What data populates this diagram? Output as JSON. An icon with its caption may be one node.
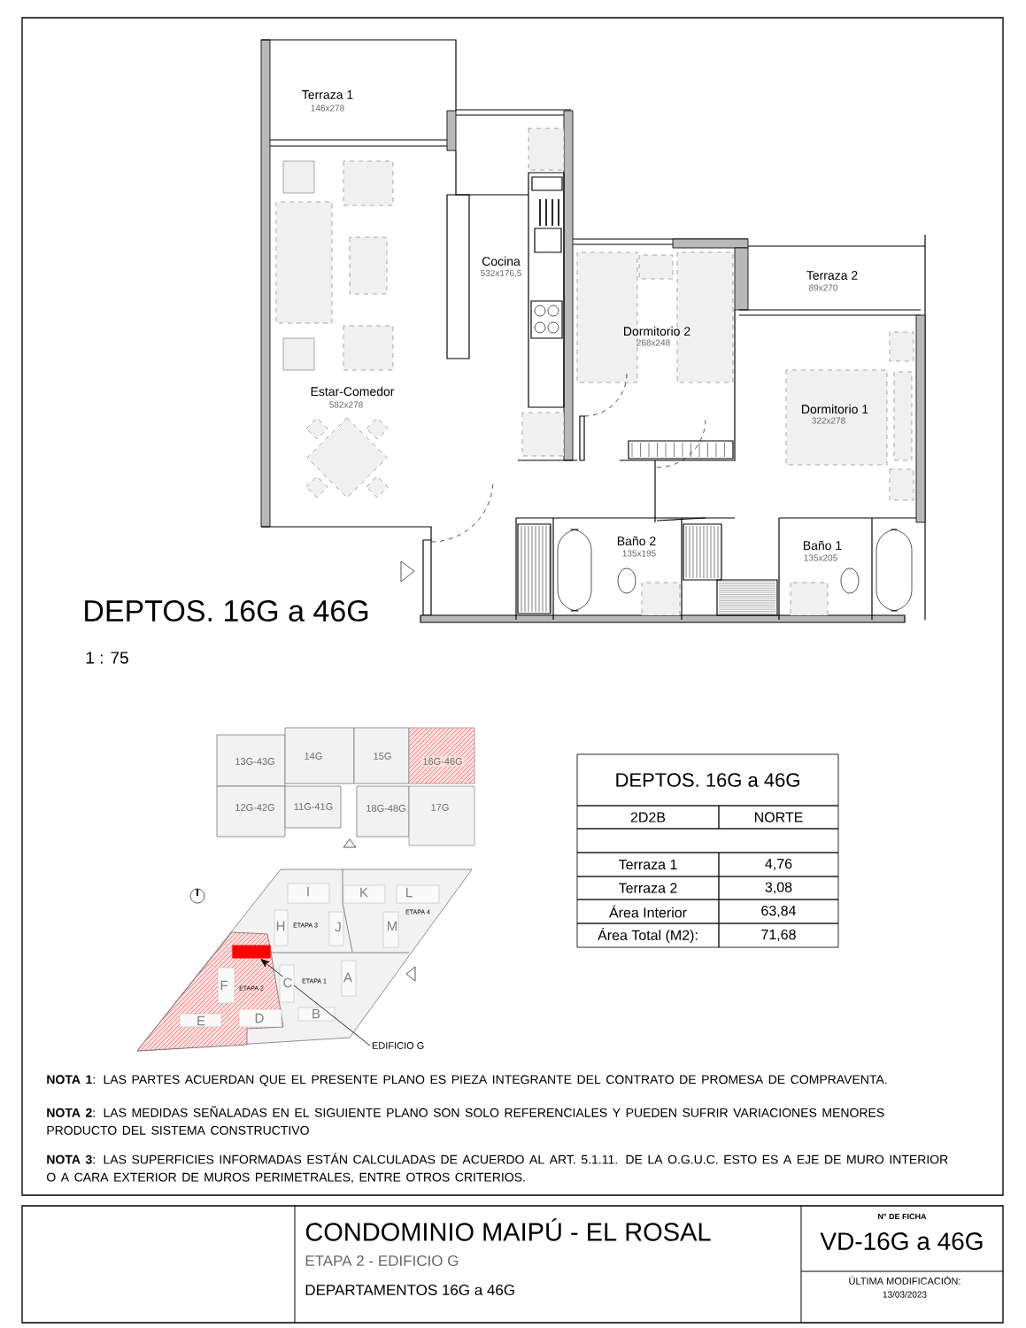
{
  "diagram": {
    "nodes": [
      {
        "text": [],
        "shape": "box"
      },
      {
        "text": [
          "EDIFICIO G"
        ]
      }
    ],
    "edges": [
      {
        "from": 1,
        "to": 0,
        "arrow": "to"
      }
    ],
    "labels": [
      "Terraza 1",
      "146x278",
      "Cocina",
      "532x176,5",
      "Terraza 2",
      "89x270",
      "Dormitorio 2",
      "268x248",
      "Estar-Comedor",
      "582x278",
      "Dormitorio 1",
      "322x278",
      "Baño 2",
      "135x195",
      "Baño 1",
      "135x205",
      "DEPTOS. 16G a 46G",
      "1 : 75",
      "13G-43G",
      "14G",
      "15G",
      "16G-46G",
      "12G-42G",
      "11G-41G",
      "18G-48G",
      "17G",
      "I",
      "K",
      "L",
      "H",
      "ETAPA 3",
      "J",
      "M",
      "ETAPA 4",
      "F",
      "ETAPA 2",
      "C",
      "ETAPA 1",
      "A",
      "E",
      "D",
      "B",
      "DEPTOS. 16G a 46G",
      "2D2B",
      "NORTE",
      "Terraza 1",
      "4,76",
      "Terraza 2",
      "3,08",
      "Área Interior",
      "63,84",
      "Área Total (M2):",
      "71,68",
      "**NOTA 1**: LAS PARTES ACUERDAN QUE EL PRESENTE PLANO ES PIEZA INTEGRANTE DEL CONTRATO DE PROMESA DE COMPRAVENTA.",
      "**NOTA 2**: LAS MEDIDAS SEÑALADAS EN EL SIGUIENTE PLANO SON SOLO REFERENCIALES Y PUEDEN SUFRIR VARIACIONES MENORES PRODUCTO DEL SISTEMA CONSTRUCTIVO",
      "**NOTA 3**: LAS SUPERFICIES INFORMADAS ESTÁN CALCULADAS DE ACUERDO AL ART. 5.1.11. DE LA O.G.U.C. ESTO ES A EJE DE MURO INTERIOR O A CARA EXTERIOR DE MUROS PERIMETRALES, ENTRE OTROS CRITERIOS.",
      "CONDOMINIO MAIPÚ - EL ROSAL",
      "ETAPA 2 - EDIFICIO G",
      "DEPARTAMENTOS 16G a 46G",
      "N° DE FICHA",
      "VD-16G a 46G",
      "ÚLTIMA MODIFICACIÓN:",
      "13/03/2023"
    ]
  }
}
